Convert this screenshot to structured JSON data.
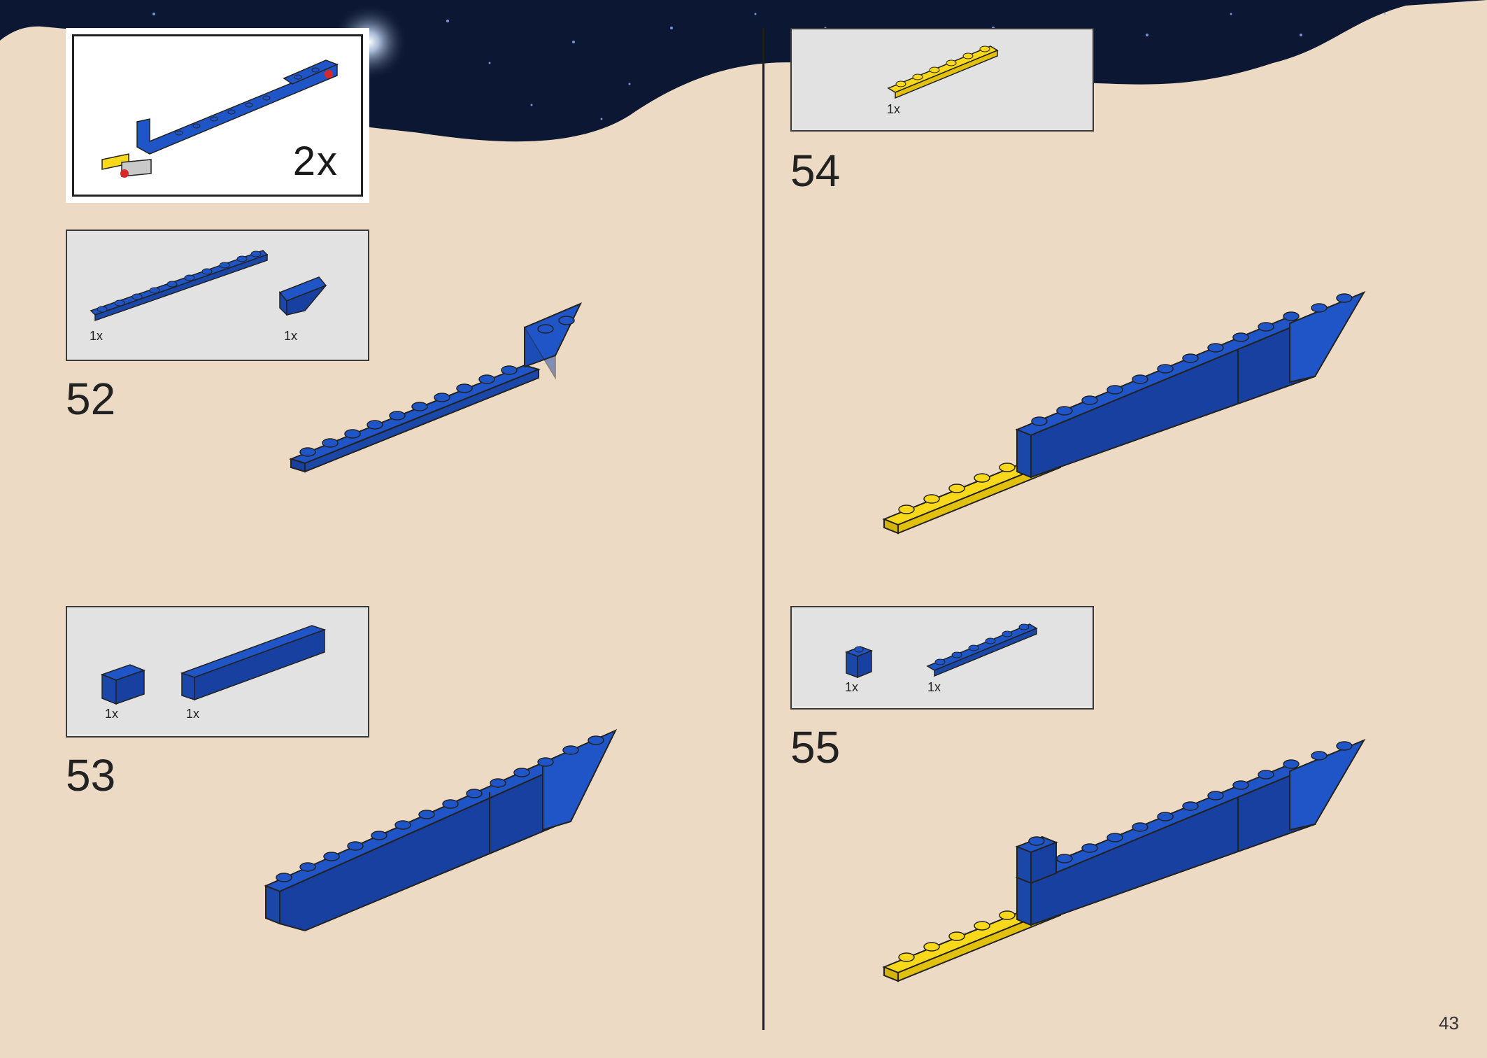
{
  "callout": {
    "multiplier": "2x"
  },
  "steps": [
    {
      "number": "52",
      "parts": [
        {
          "qty": "1x",
          "part": "blue-plate-1x10"
        },
        {
          "qty": "1x",
          "part": "blue-slope-inverted"
        }
      ]
    },
    {
      "number": "53",
      "parts": [
        {
          "qty": "1x",
          "part": "blue-brick-1x2"
        },
        {
          "qty": "1x",
          "part": "blue-brick-1x8"
        }
      ]
    },
    {
      "number": "54",
      "parts": [
        {
          "qty": "1x",
          "part": "yellow-plate-1x6"
        }
      ]
    },
    {
      "number": "55",
      "parts": [
        {
          "qty": "1x",
          "part": "blue-brick-1x1"
        },
        {
          "qty": "1x",
          "part": "blue-plate-1x6"
        }
      ]
    }
  ],
  "page_number": "43",
  "colors": {
    "background": "#ecdac4",
    "space": "#0c1733",
    "brick_blue": "#1f55c7",
    "brick_yellow": "#f7d81a",
    "parts_box": "#e2e2e2"
  }
}
